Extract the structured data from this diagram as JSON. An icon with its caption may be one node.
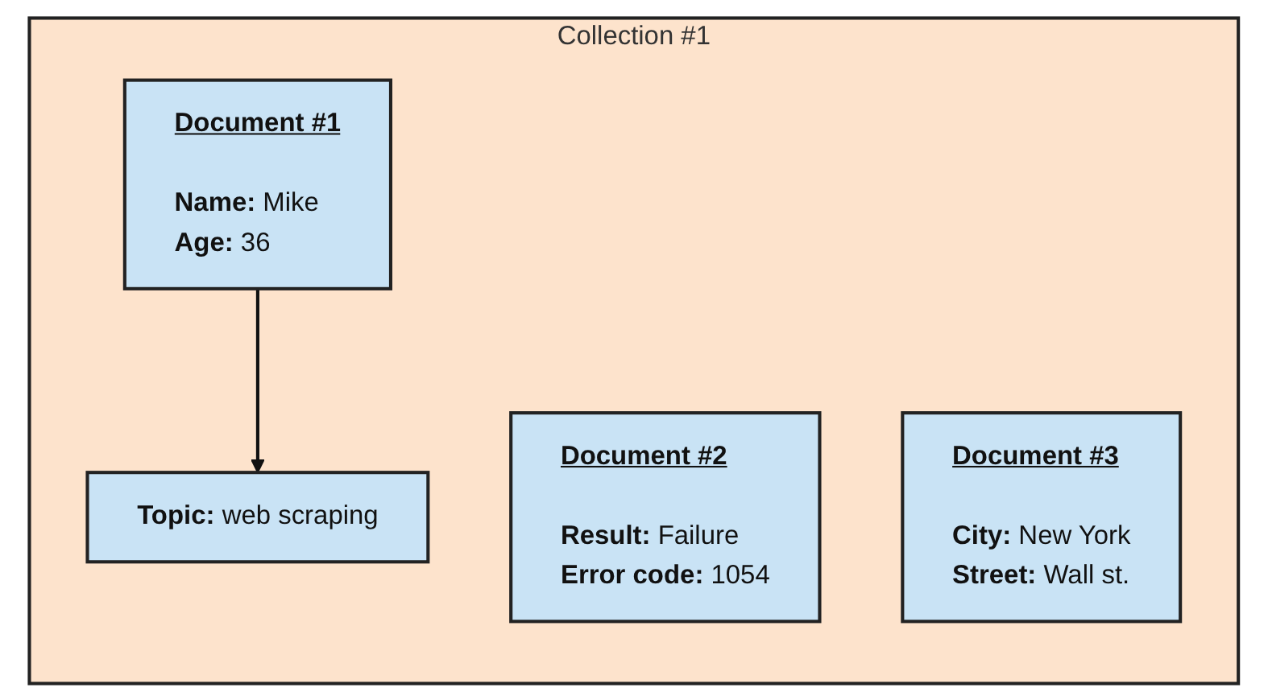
{
  "diagram": {
    "nodes": [
      {
        "text": [
          "Collection #1"
        ]
      },
      {
        "text": [
          "Document #1",
          "**Name:** Mike",
          "**Age:** 36"
        ],
        "in": 0
      },
      {
        "text": [
          "Document #2",
          "**Result:** Failure",
          "**Error code:** 1054"
        ],
        "in": 0
      },
      {
        "text": [
          "Document #3",
          "**City:** New York",
          "**Street:** Wall st."
        ],
        "in": 0
      },
      {
        "text": [
          "**Topic:** web scraping"
        ],
        "in": 0
      }
    ],
    "edges": [
      {
        "from": 1,
        "to": 4,
        "arrow": "to"
      }
    ]
  }
}
